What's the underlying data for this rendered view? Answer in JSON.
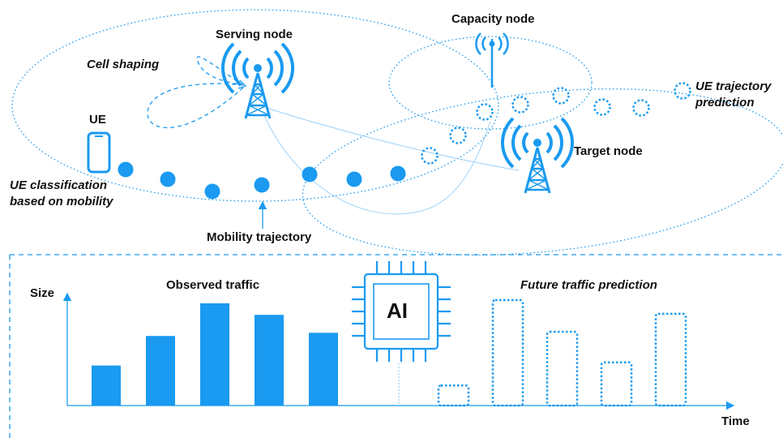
{
  "labels": {
    "serving_node": "Serving node",
    "capacity_node": "Capacity node",
    "cell_shaping": "Cell shaping",
    "ue_trajectory_prediction_line1": "UE trajectory",
    "ue_trajectory_prediction_line2": "prediction",
    "ue": "UE",
    "target_node": "Target node",
    "ue_classification_line1": "UE classification",
    "ue_classification_line2": "based on mobility",
    "mobility_trajectory": "Mobility trajectory",
    "size_axis": "Size",
    "observed_traffic": "Observed traffic",
    "future_traffic_prediction": "Future traffic prediction",
    "ai_chip": "AI",
    "time_axis": "Time"
  },
  "colors": {
    "accent": "#1a9af0",
    "text": "#111111"
  },
  "icons": [
    "smartphone-icon",
    "antenna-tower-icon",
    "ai-chip-icon"
  ],
  "chart_data": {
    "type": "bar",
    "title": "",
    "xlabel": "Time",
    "ylabel": "Size",
    "series": [
      {
        "name": "Observed traffic",
        "style": "solid",
        "values": [
          0.38,
          0.66,
          0.97,
          0.86,
          0.69
        ]
      },
      {
        "name": "Future traffic prediction",
        "style": "dotted",
        "values": [
          0.19,
          1.0,
          0.7,
          0.41,
          0.87
        ]
      }
    ],
    "ylim": [
      0,
      1
    ],
    "grid": false
  }
}
